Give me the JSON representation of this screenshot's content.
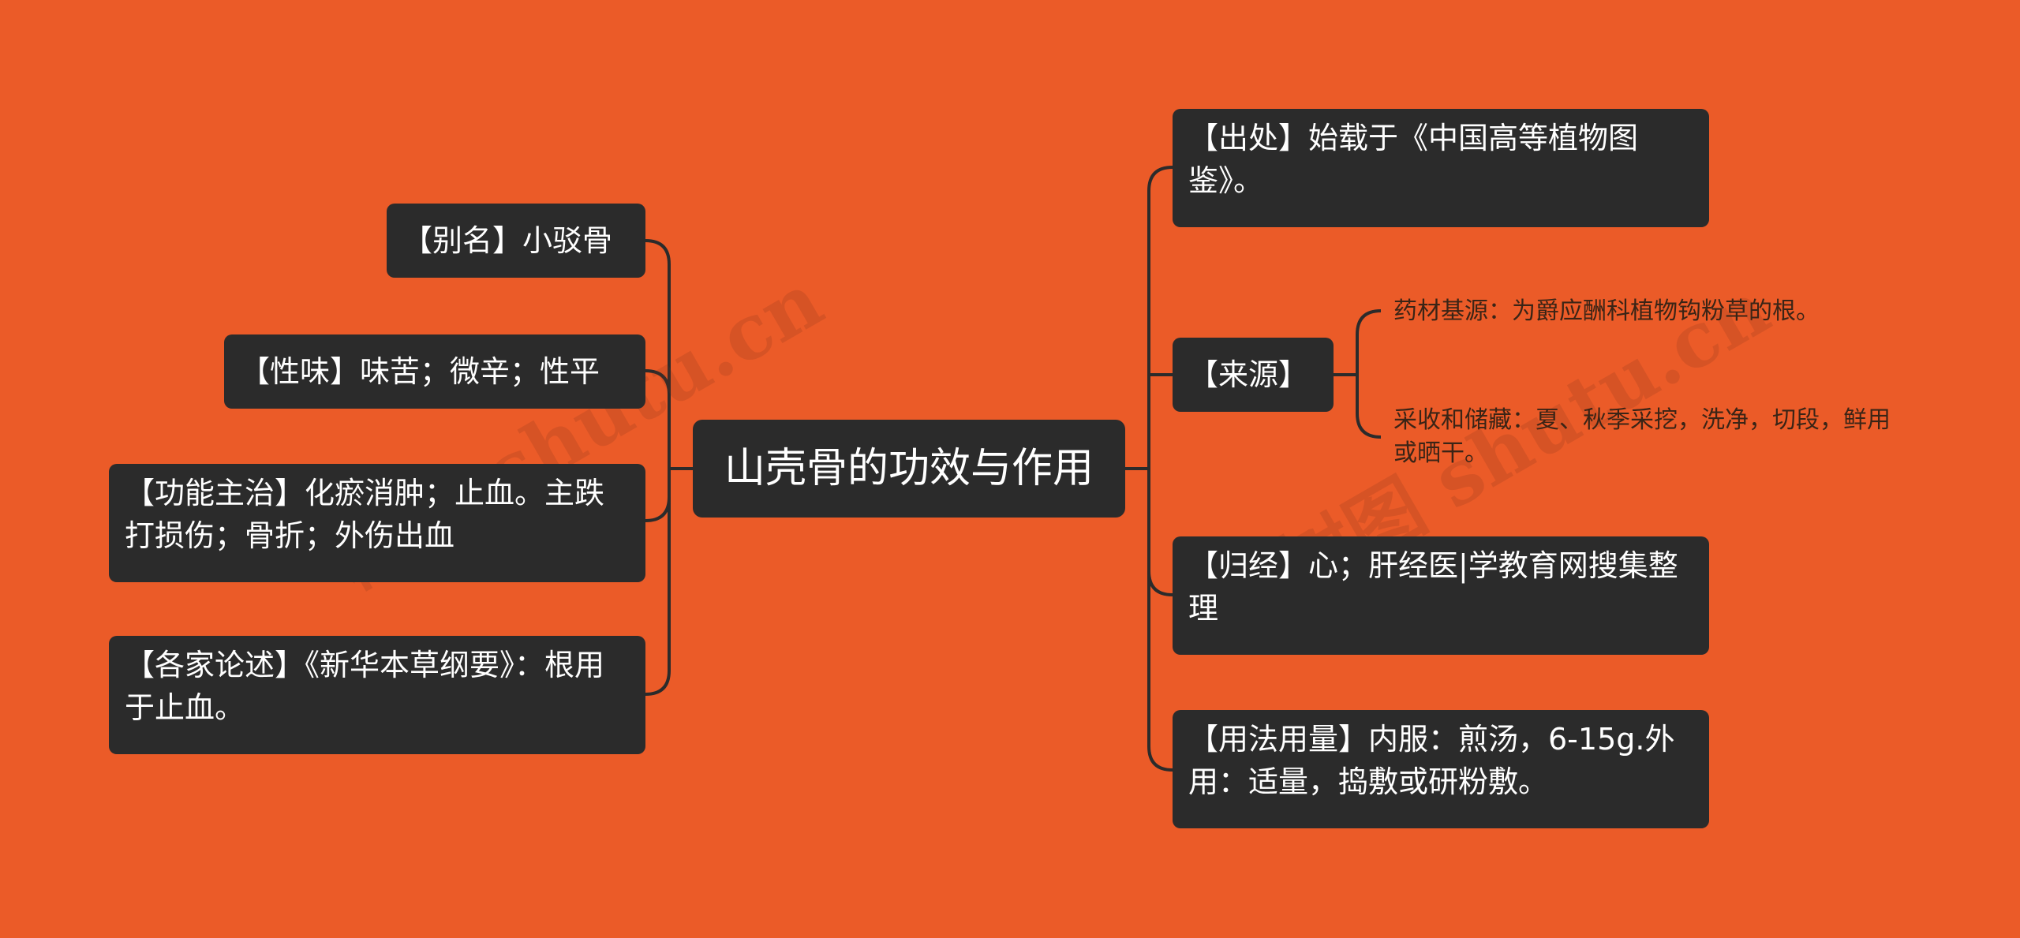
{
  "center": {
    "label": "山壳骨的功效与作用"
  },
  "left_nodes": [
    {
      "label": "【别名】小驳骨"
    },
    {
      "label": "【性味】味苦；微辛；性平"
    },
    {
      "label": "【功能主治】化瘀消肿；止血。主跌打损伤；骨折；外伤出血"
    },
    {
      "label": "【各家论述】《新华本草纲要》：根用于止血。"
    }
  ],
  "right_nodes": [
    {
      "label": "【出处】始载于《中国高等植物图鉴》。"
    },
    {
      "label": "【来源】"
    },
    {
      "label": "【归经】心；肝经医|学教育网搜集整理"
    },
    {
      "label": "【用法用量】内服：煎汤，6-15g.外用：适量，捣敷或研粉敷。"
    }
  ],
  "source_children": [
    {
      "label": "药材基源：为爵应酬科植物钩粉草的根。"
    },
    {
      "label": "采收和储藏：夏、秋季采挖，洗净，切段，鲜用或晒干。"
    }
  ],
  "watermarks": [
    "树图 shutu.cn",
    "树图 shutu.cn"
  ],
  "colors": {
    "background": "#eb5b28",
    "node": "#2b2b2b",
    "line": "#2b2b2b",
    "node_text": "#ffffff"
  }
}
